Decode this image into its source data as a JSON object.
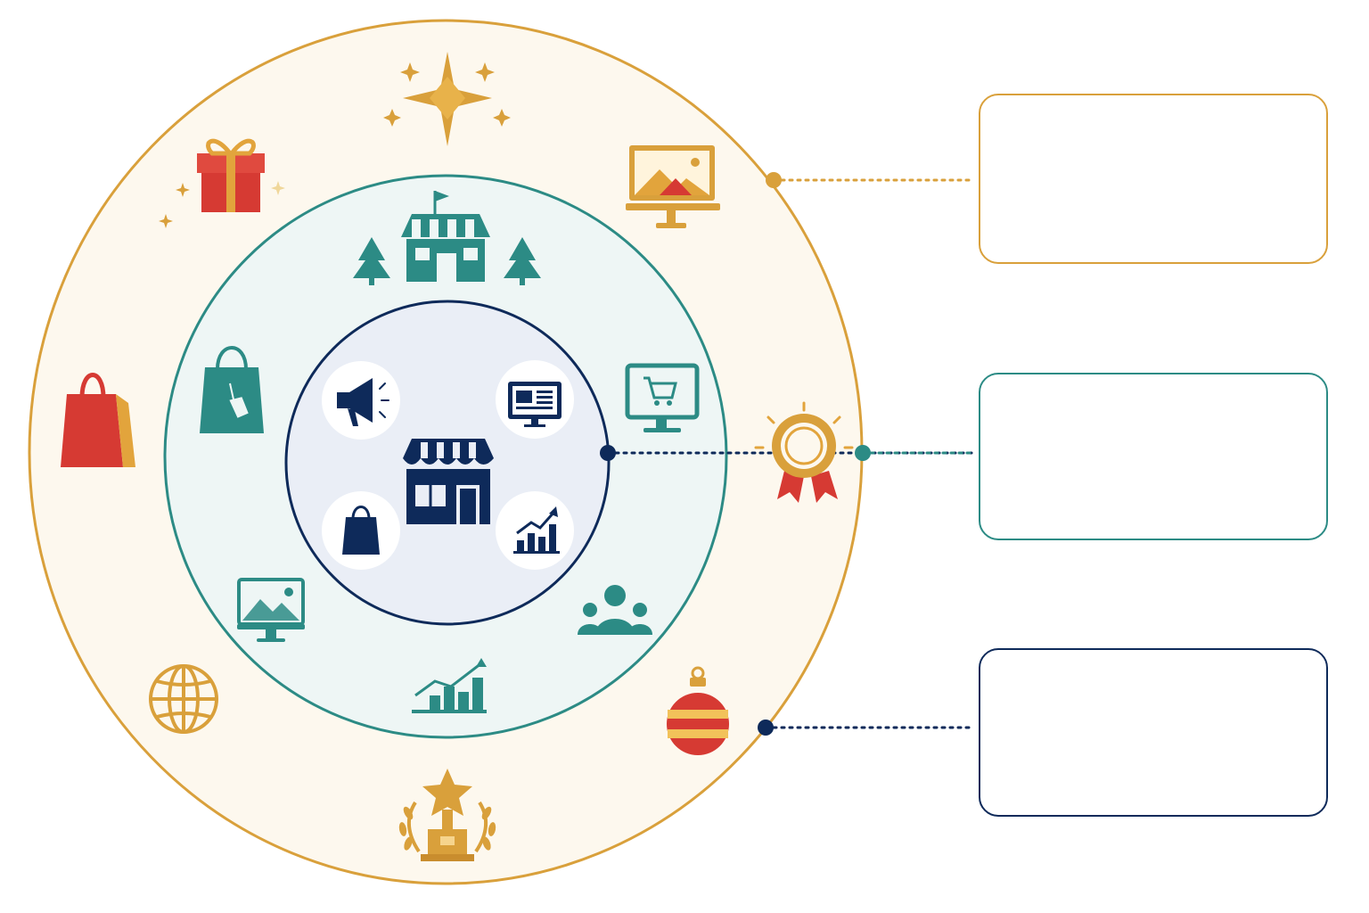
{
  "colors": {
    "gold": "#d9a03b",
    "gold_fill": "#fdf8ee",
    "teal": "#2c8b85",
    "teal_fill": "#eef6f5",
    "navy": "#0e2a5a",
    "navy_fill": "#eaeef6",
    "red": "#d63a33",
    "white": "#ffffff"
  },
  "rings": [
    {
      "id": "outer",
      "color": "gold",
      "fill": "gold_fill"
    },
    {
      "id": "middle",
      "color": "teal",
      "fill": "teal_fill"
    },
    {
      "id": "inner",
      "color": "navy",
      "fill": "navy_fill"
    }
  ],
  "callouts": [
    {
      "ring": "outer",
      "color": "gold",
      "text": ""
    },
    {
      "ring": "middle",
      "color": "teal",
      "text": ""
    },
    {
      "ring": "inner",
      "color": "navy",
      "text": ""
    }
  ],
  "icons": {
    "outer": [
      "north-star-icon",
      "gift-box-icon",
      "monitor-image-icon",
      "shopping-bag-icon",
      "award-badge-icon",
      "globe-icon",
      "ornament-icon",
      "trophy-icon"
    ],
    "middle": [
      "storefront-icon",
      "christmas-tree-icon",
      "shopping-bag-tag-icon",
      "monitor-cart-icon",
      "monitor-image-icon",
      "people-group-icon",
      "growth-chart-icon"
    ],
    "inner": [
      "storefront-icon",
      "megaphone-icon",
      "monitor-content-icon",
      "shopping-bag-icon",
      "growth-chart-icon"
    ]
  }
}
